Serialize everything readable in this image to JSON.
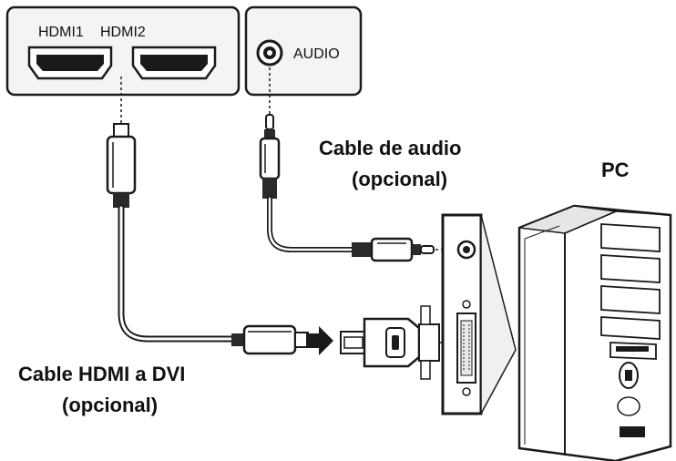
{
  "ports": {
    "hdmi1_label": "HDMI1",
    "hdmi2_label": "HDMI2",
    "audio_label": "AUDIO"
  },
  "captions": {
    "audio_cable_line1": "Cable de audio",
    "audio_cable_line2": "(opcional)",
    "pc_label": "PC",
    "hdmi_cable_line1": "Cable HDMI a DVI",
    "hdmi_cable_line2": "(opcional)"
  },
  "icons": {
    "hdmi_port": "hdmi-port-icon",
    "audio_jack": "audio-jack-icon",
    "arrow": "arrow-right-icon",
    "pc_tower": "pc-tower-icon"
  },
  "colors": {
    "line": "#1a1a1a",
    "panel_fill": "#f4f4f4",
    "plug_fill": "#2a2a2a"
  }
}
